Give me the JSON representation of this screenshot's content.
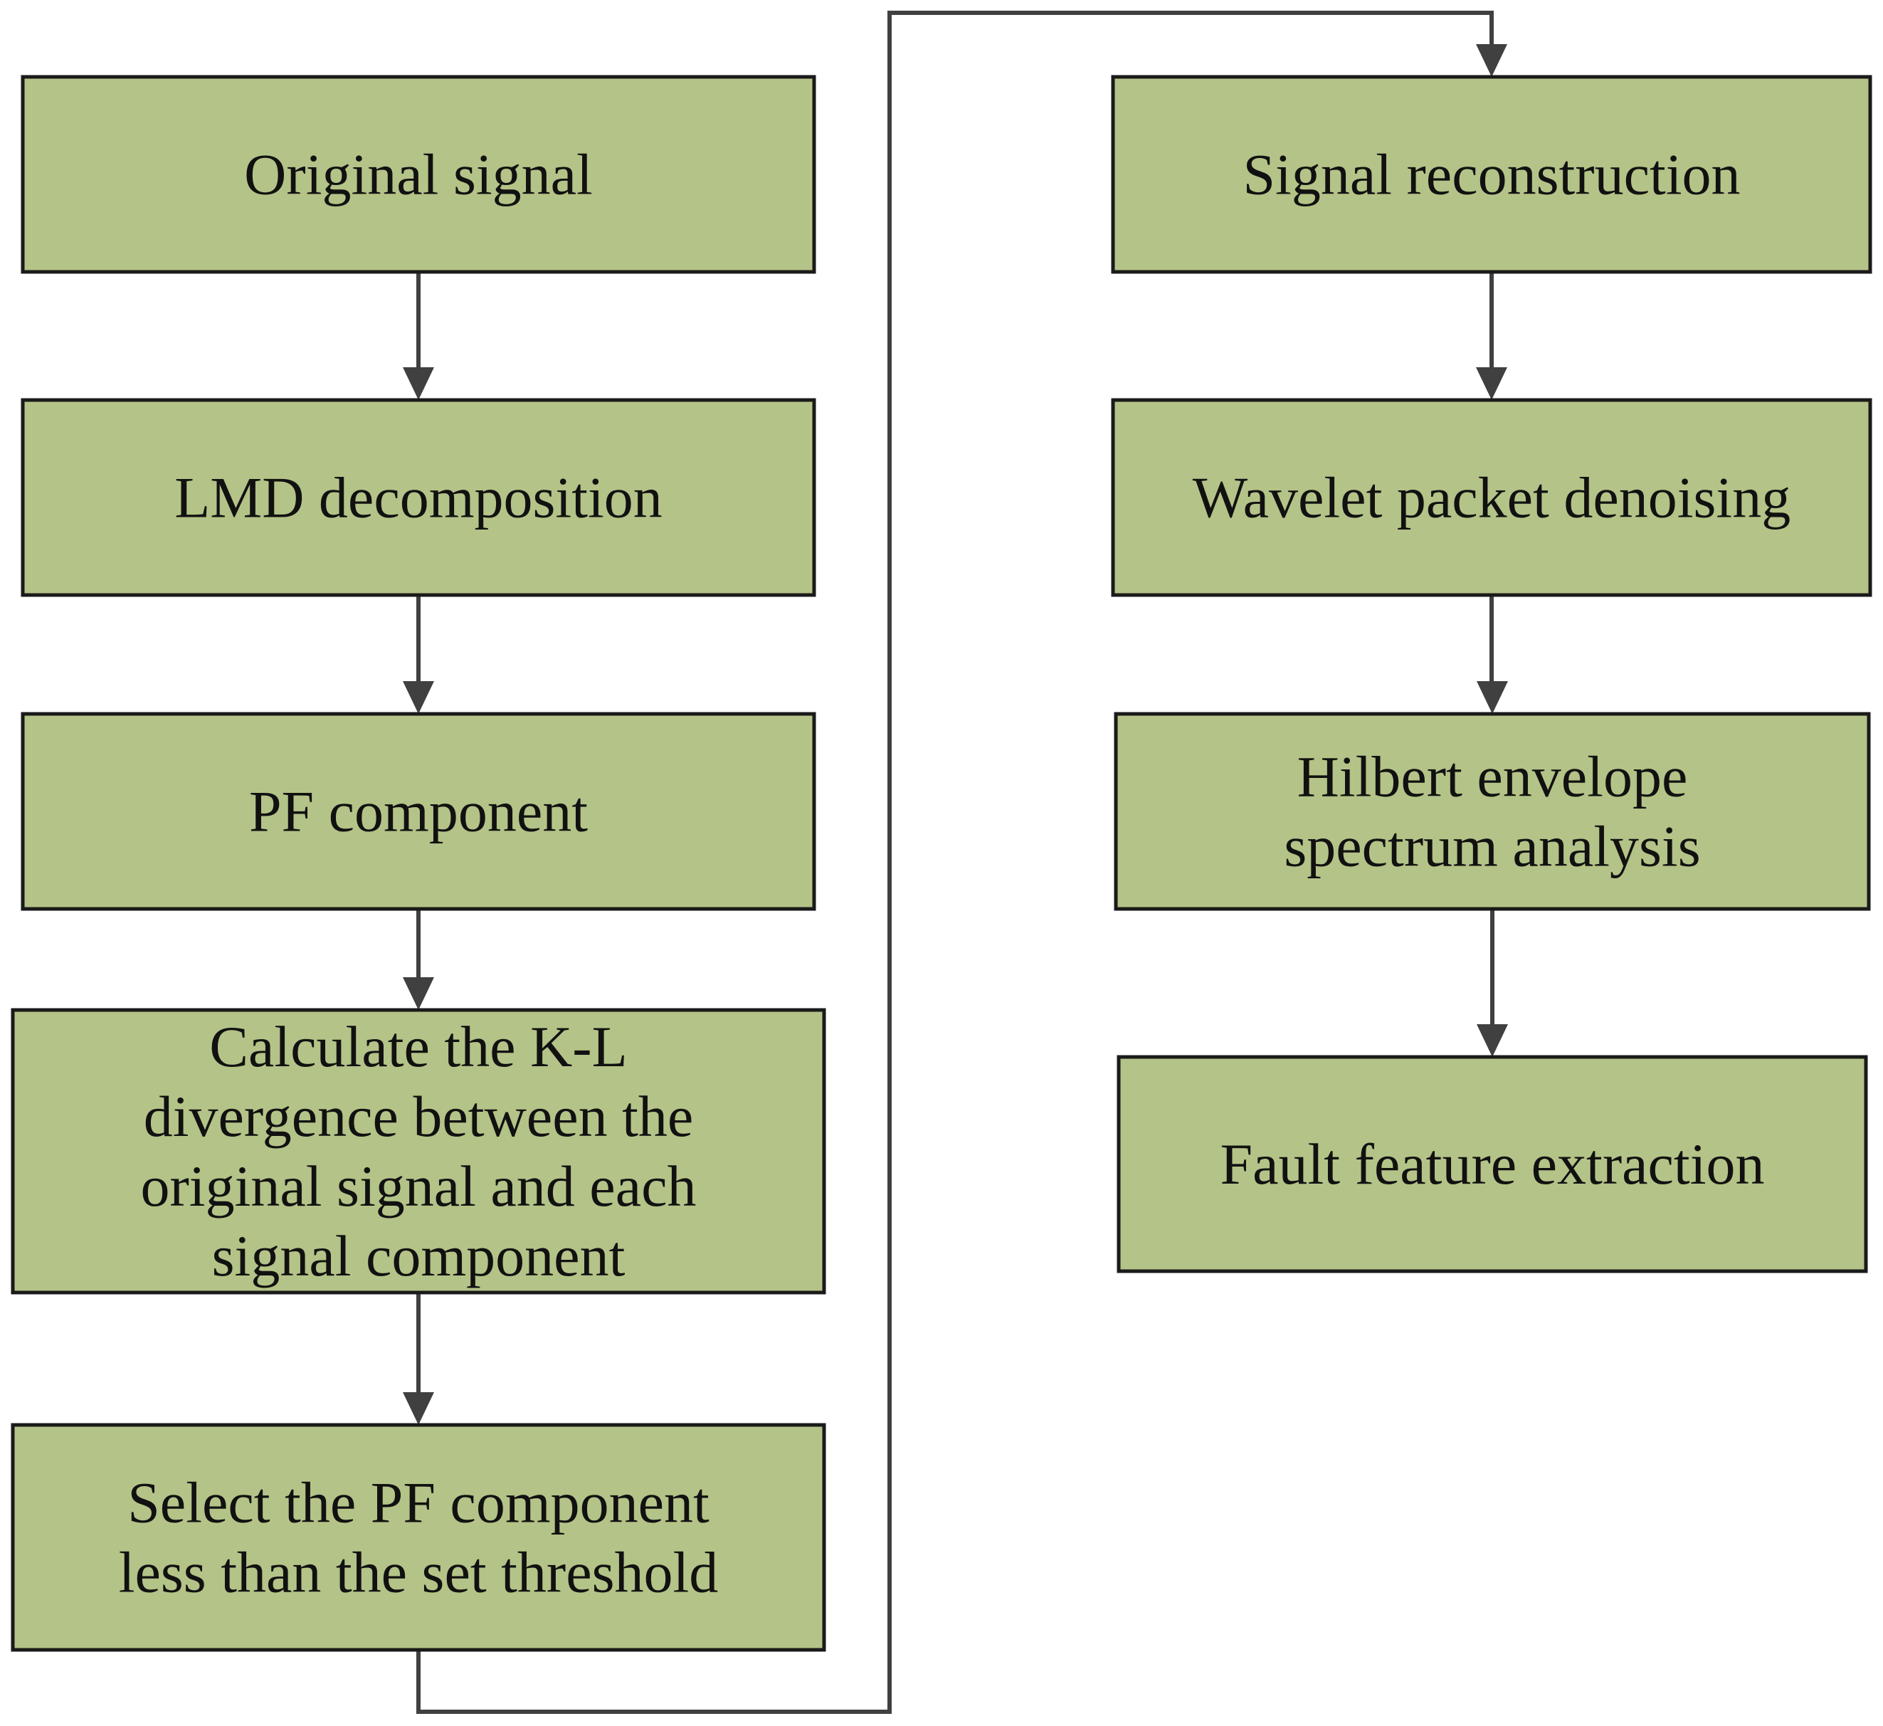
{
  "diagram": {
    "type": "flowchart",
    "colors": {
      "box_fill": "#b4c387",
      "box_border": "#1a1a1a",
      "arrow": "#404040"
    },
    "nodes": [
      {
        "id": "original-signal",
        "lines": [
          "Original signal"
        ]
      },
      {
        "id": "lmd-decomposition",
        "lines": [
          "LMD decomposition"
        ]
      },
      {
        "id": "pf-component",
        "lines": [
          "PF component"
        ]
      },
      {
        "id": "kl-divergence",
        "lines": [
          "Calculate the K-L",
          "divergence between the",
          "original signal and each",
          "signal component"
        ]
      },
      {
        "id": "select-pf",
        "lines": [
          "Select the PF component",
          "less than the set threshold"
        ]
      },
      {
        "id": "signal-reconstruction",
        "lines": [
          "Signal reconstruction"
        ]
      },
      {
        "id": "wavelet-denoising",
        "lines": [
          "Wavelet packet denoising"
        ]
      },
      {
        "id": "hilbert-envelope",
        "lines": [
          "Hilbert envelope",
          "spectrum analysis"
        ]
      },
      {
        "id": "fault-feature",
        "lines": [
          "Fault feature extraction"
        ]
      }
    ],
    "edges": [
      {
        "from": "original-signal",
        "to": "lmd-decomposition"
      },
      {
        "from": "lmd-decomposition",
        "to": "pf-component"
      },
      {
        "from": "pf-component",
        "to": "kl-divergence"
      },
      {
        "from": "kl-divergence",
        "to": "select-pf"
      },
      {
        "from": "select-pf",
        "to": "signal-reconstruction"
      },
      {
        "from": "signal-reconstruction",
        "to": "wavelet-denoising"
      },
      {
        "from": "wavelet-denoising",
        "to": "hilbert-envelope"
      },
      {
        "from": "hilbert-envelope",
        "to": "fault-feature"
      }
    ]
  }
}
